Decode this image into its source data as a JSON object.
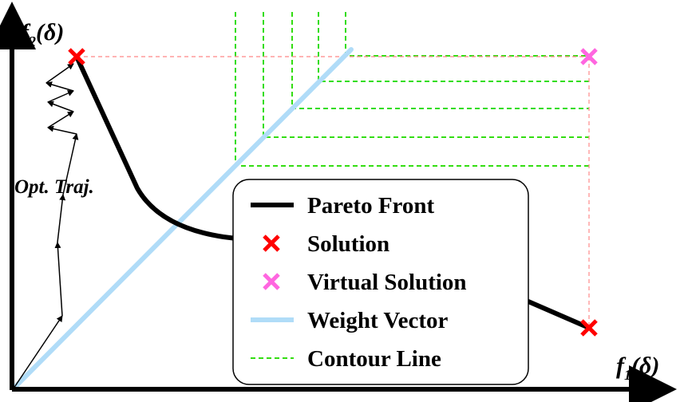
{
  "axes": {
    "x_label": {
      "main": "f",
      "sub": "1",
      "arg": "(δ)"
    },
    "y_label": {
      "main": "f",
      "sub": "2",
      "arg": "(δ)"
    }
  },
  "annotation": {
    "optimization_trajectory": "Opt. Traj."
  },
  "legend": {
    "items": [
      {
        "label": "Pareto Front",
        "symbol": "line",
        "color": "#000000"
      },
      {
        "label": "Solution",
        "symbol": "cross",
        "color": "#ff0000"
      },
      {
        "label": "Virtual Solution",
        "symbol": "cross",
        "color": "#ff66e0"
      },
      {
        "label": "Weight Vector",
        "symbol": "line",
        "color": "#b0dcf8"
      },
      {
        "label": "Contour Line",
        "symbol": "dashed-line",
        "color": "#33dd11"
      }
    ]
  },
  "colors": {
    "pareto_front": "#000000",
    "solution": "#ff0000",
    "virtual_solution": "#ff66e0",
    "weight_vector": "#b0dcf8",
    "contour_line": "#33dd11",
    "projection_line": "#ff8888",
    "axis": "#000000"
  }
}
